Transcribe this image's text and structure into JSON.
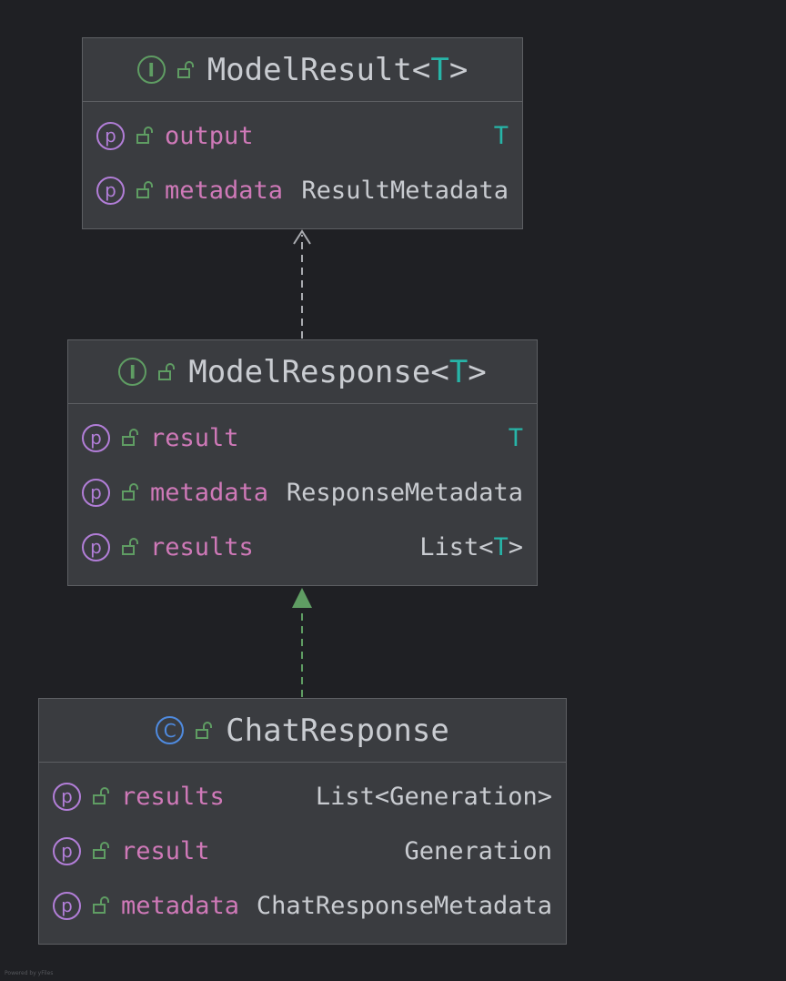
{
  "nodes": [
    {
      "kind": "interface",
      "badge": "I",
      "name": "ModelResult",
      "type_params": [
        "T"
      ],
      "fields": [
        {
          "name": "output",
          "type": [
            {
              "text": "T",
              "tp": true
            }
          ]
        },
        {
          "name": "metadata",
          "type": [
            {
              "text": "ResultMetadata",
              "tp": false
            }
          ]
        }
      ]
    },
    {
      "kind": "interface",
      "badge": "I",
      "name": "ModelResponse",
      "type_params": [
        "T"
      ],
      "fields": [
        {
          "name": "result",
          "type": [
            {
              "text": "T",
              "tp": true
            }
          ]
        },
        {
          "name": "metadata",
          "type": [
            {
              "text": "ResponseMetadata",
              "tp": false
            }
          ]
        },
        {
          "name": "results",
          "type": [
            {
              "text": "List<",
              "tp": false
            },
            {
              "text": "T",
              "tp": true
            },
            {
              "text": ">",
              "tp": false
            }
          ]
        }
      ]
    },
    {
      "kind": "class",
      "badge": "C",
      "name": "ChatResponse",
      "type_params": [],
      "fields": [
        {
          "name": "results",
          "type": [
            {
              "text": "List<Generation>",
              "tp": false
            }
          ]
        },
        {
          "name": "result",
          "type": [
            {
              "text": "Generation",
              "tp": false
            }
          ]
        },
        {
          "name": "metadata",
          "type": [
            {
              "text": "ChatResponseMetadata",
              "tp": false
            }
          ]
        }
      ]
    }
  ],
  "edges": [
    {
      "from": "ModelResponse",
      "to": "ModelResult",
      "relation": "depends-on",
      "style": "dashed",
      "arrow": "open",
      "color": "#a9abb0"
    },
    {
      "from": "ChatResponse",
      "to": "ModelResponse",
      "relation": "implements",
      "style": "dashed",
      "arrow": "filled",
      "color": "#5f9d63"
    }
  ],
  "property_badge": "p",
  "footer": "Powered by yFiles",
  "colors": {
    "background": "#1f2024",
    "node_fill": "#3a3c40",
    "node_border": "#5d5f63",
    "field_name": "#cf79b8",
    "type_param": "#27b5a8",
    "text": "#c9ccd1",
    "interface_badge": "#5f9d63",
    "class_badge": "#4f8be0",
    "property_badge": "#b27ed8",
    "lock": "#5f9d63"
  }
}
